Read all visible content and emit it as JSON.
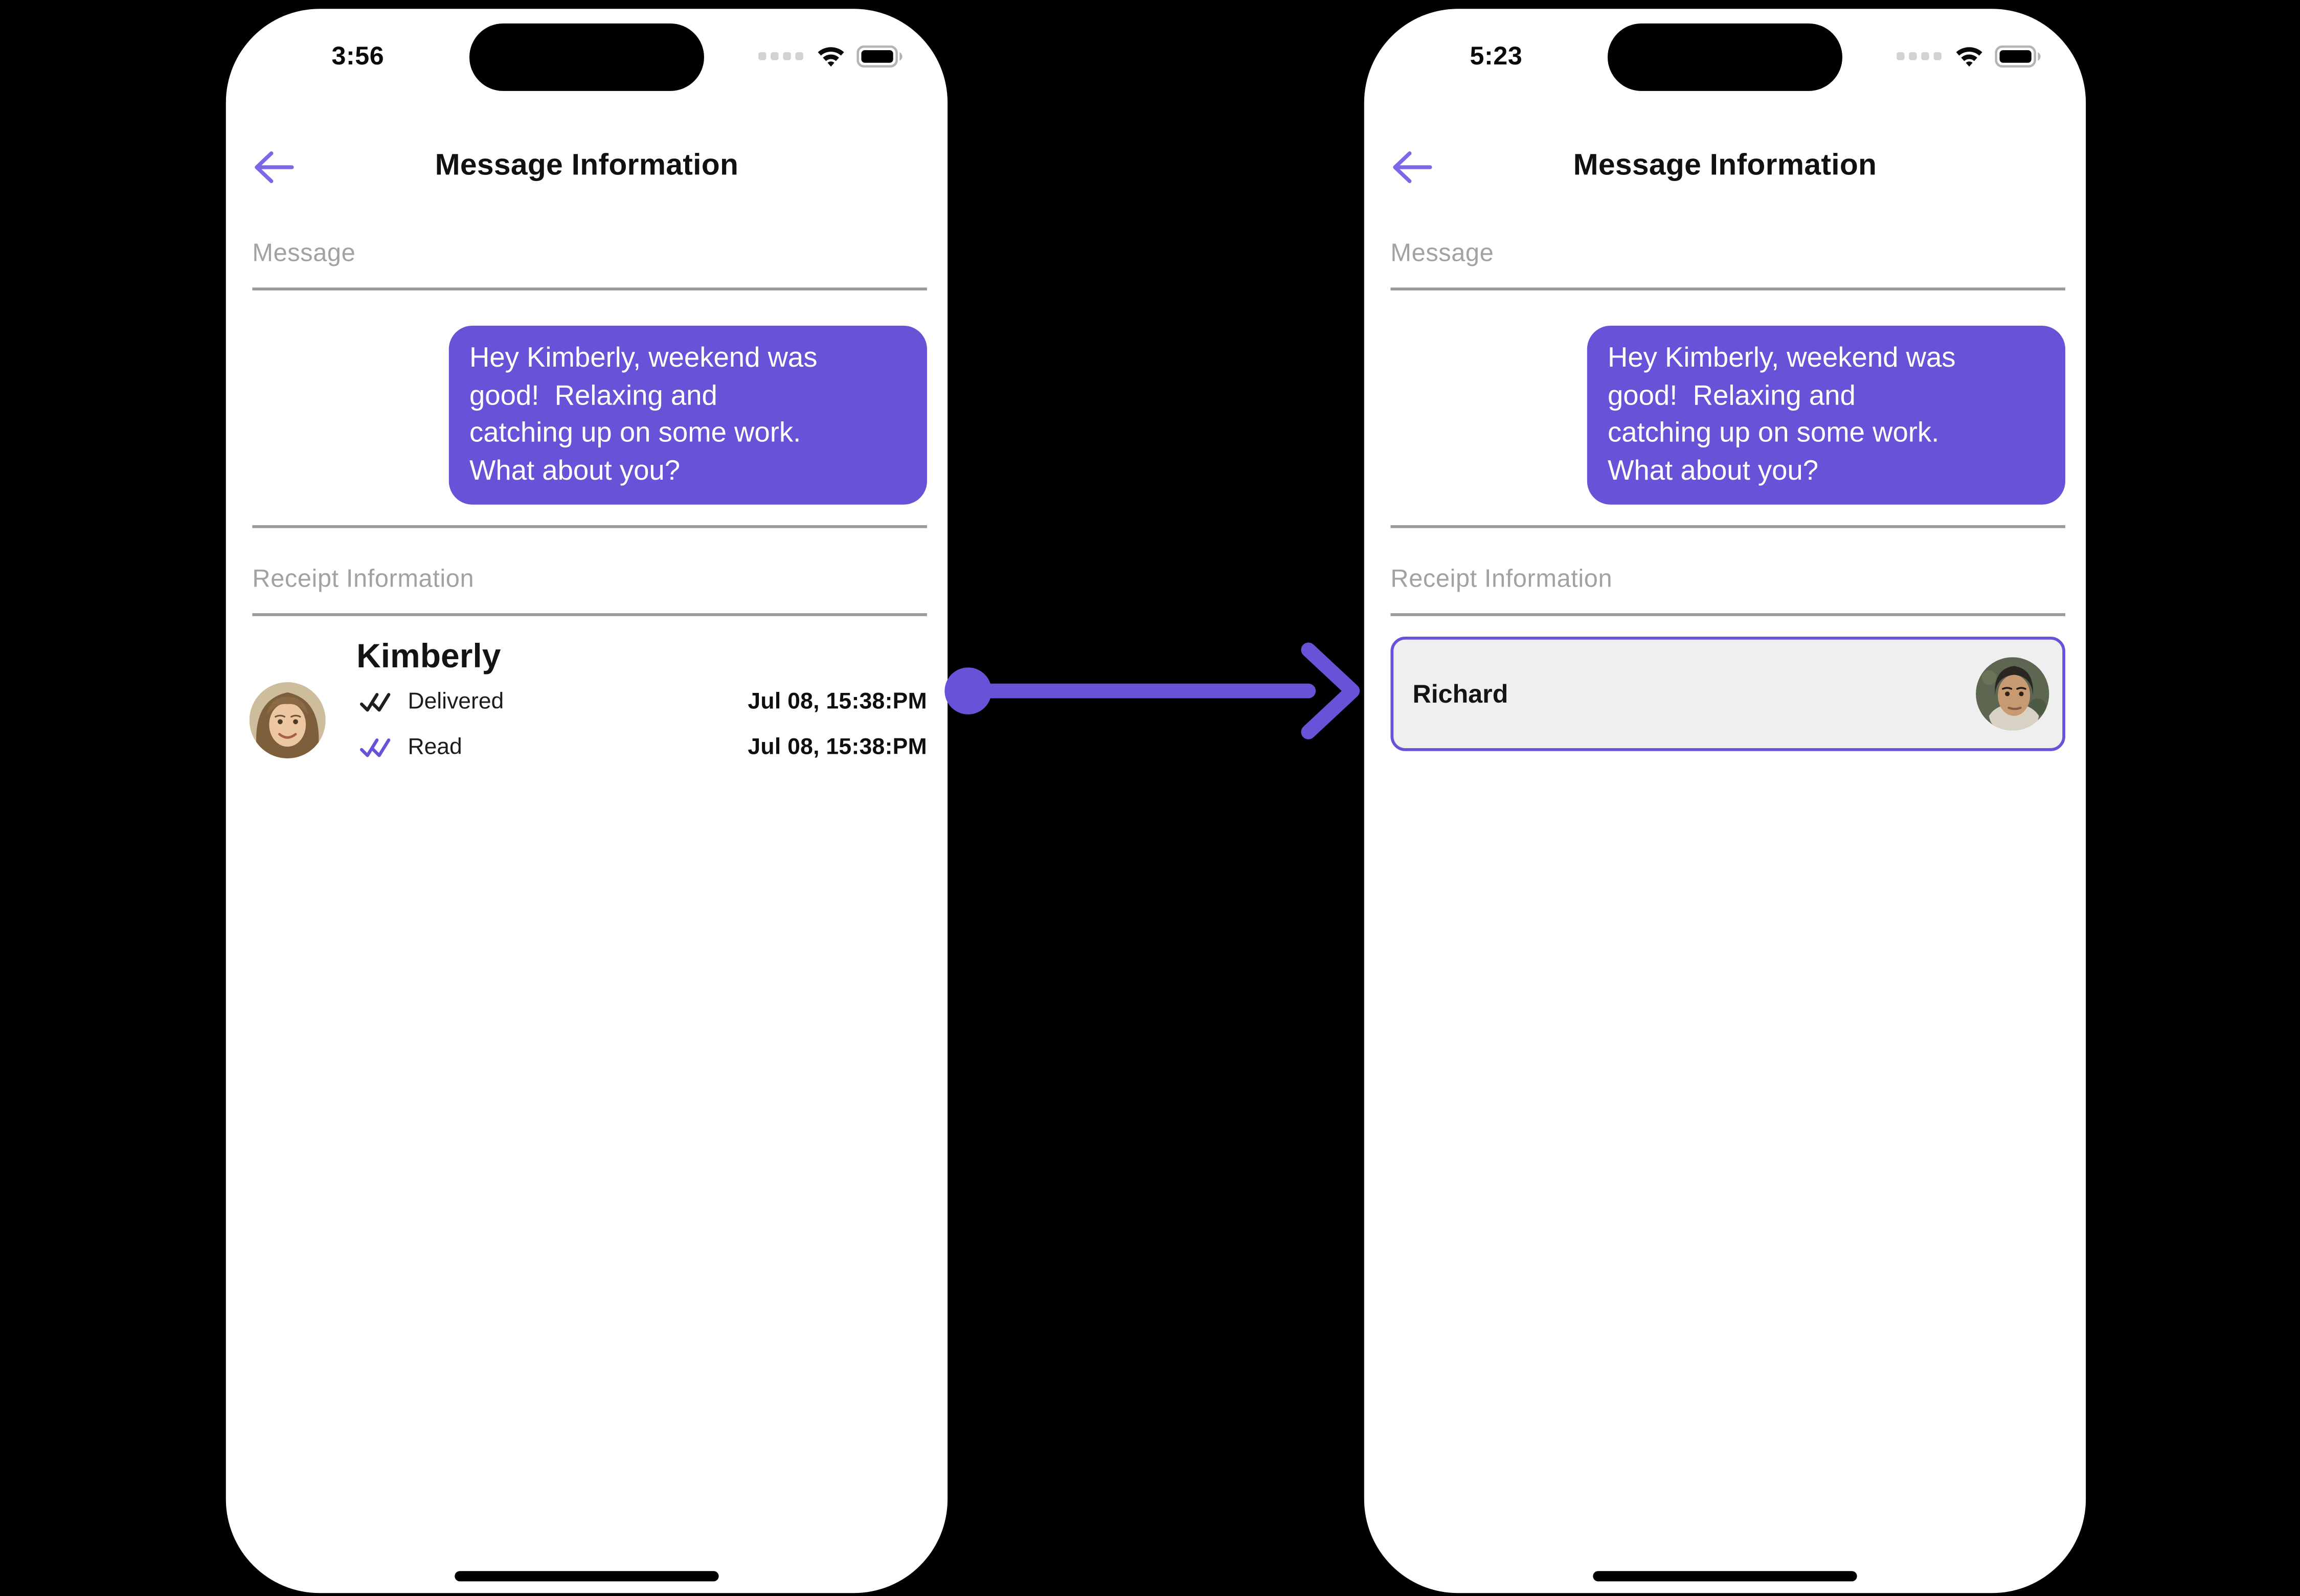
{
  "colors": {
    "accent": "#6a52d8",
    "back_arrow": "#7b67e8",
    "bubble_background": "#6a52d8",
    "card_background": "#efefef",
    "delivered_check": "#1f1f1f",
    "read_check": "#6a52d8"
  },
  "phones": {
    "left": {
      "status_bar": {
        "time": "3:56"
      },
      "header": {
        "title": "Message Information"
      },
      "message_section": {
        "label": "Message",
        "bubble_text": "Hey Kimberly, weekend was\ngood!  Relaxing and\ncatching up on some work.\nWhat about you?"
      },
      "receipt_section": {
        "label": "Receipt Information",
        "recipient_name": "Kimberly",
        "avatar": "woman-portrait",
        "statuses": [
          {
            "label": "Delivered",
            "timestamp": "Jul 08, 15:38:PM",
            "check_icon": "double-check-dark"
          },
          {
            "label": "Read",
            "timestamp": "Jul 08, 15:38:PM",
            "check_icon": "double-check-purple"
          }
        ]
      }
    },
    "right": {
      "status_bar": {
        "time": "5:23"
      },
      "header": {
        "title": "Message Information"
      },
      "message_section": {
        "label": "Message",
        "bubble_text": "Hey Kimberly, weekend was\ngood!  Relaxing and\ncatching up on some work.\nWhat about you?"
      },
      "receipt_section": {
        "label": "Receipt Information",
        "recipient_name": "Richard",
        "avatar": "man-portrait"
      }
    }
  }
}
